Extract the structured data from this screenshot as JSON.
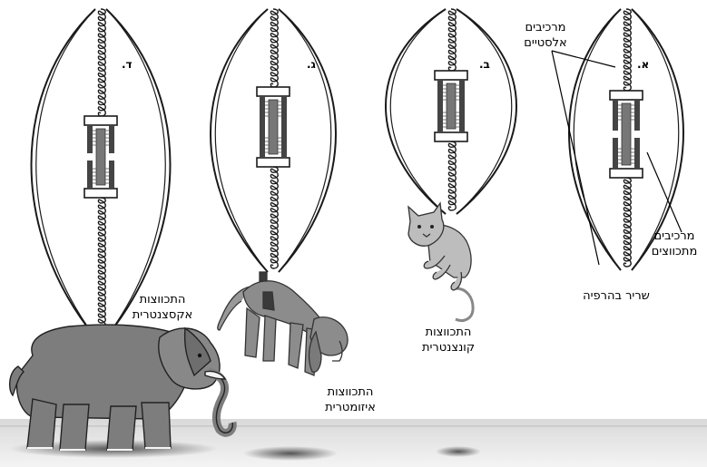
{
  "panels": [
    {
      "letter": "א.",
      "caption": "שריר בהרפיה",
      "state": "relaxed"
    },
    {
      "letter": "ב.",
      "caption_line1": "התכווצות",
      "caption_line2": "קונצנטרית",
      "state": "concentric",
      "load": "cat"
    },
    {
      "letter": "ג.",
      "caption_line1": "התכווצות",
      "caption_line2": "איזומטרית",
      "state": "isometric",
      "load": "dog"
    },
    {
      "letter": "ד.",
      "caption_line1": "התכווצות",
      "caption_line2": "אקסצנטרית",
      "state": "eccentric",
      "load": "elephant"
    }
  ],
  "callouts": {
    "elastic_line1": "מרכיבים",
    "elastic_line2": "אלסטיים",
    "contractile_line1": "מרכיבים",
    "contractile_line2": "מתכווצים"
  },
  "colors": {
    "outline": "#1a1a1a",
    "contractile_bar": "#777777",
    "animal_fill": "#8c8c8c",
    "cat_fill": "#bdbdbd",
    "floor": "#cfcfcf"
  }
}
